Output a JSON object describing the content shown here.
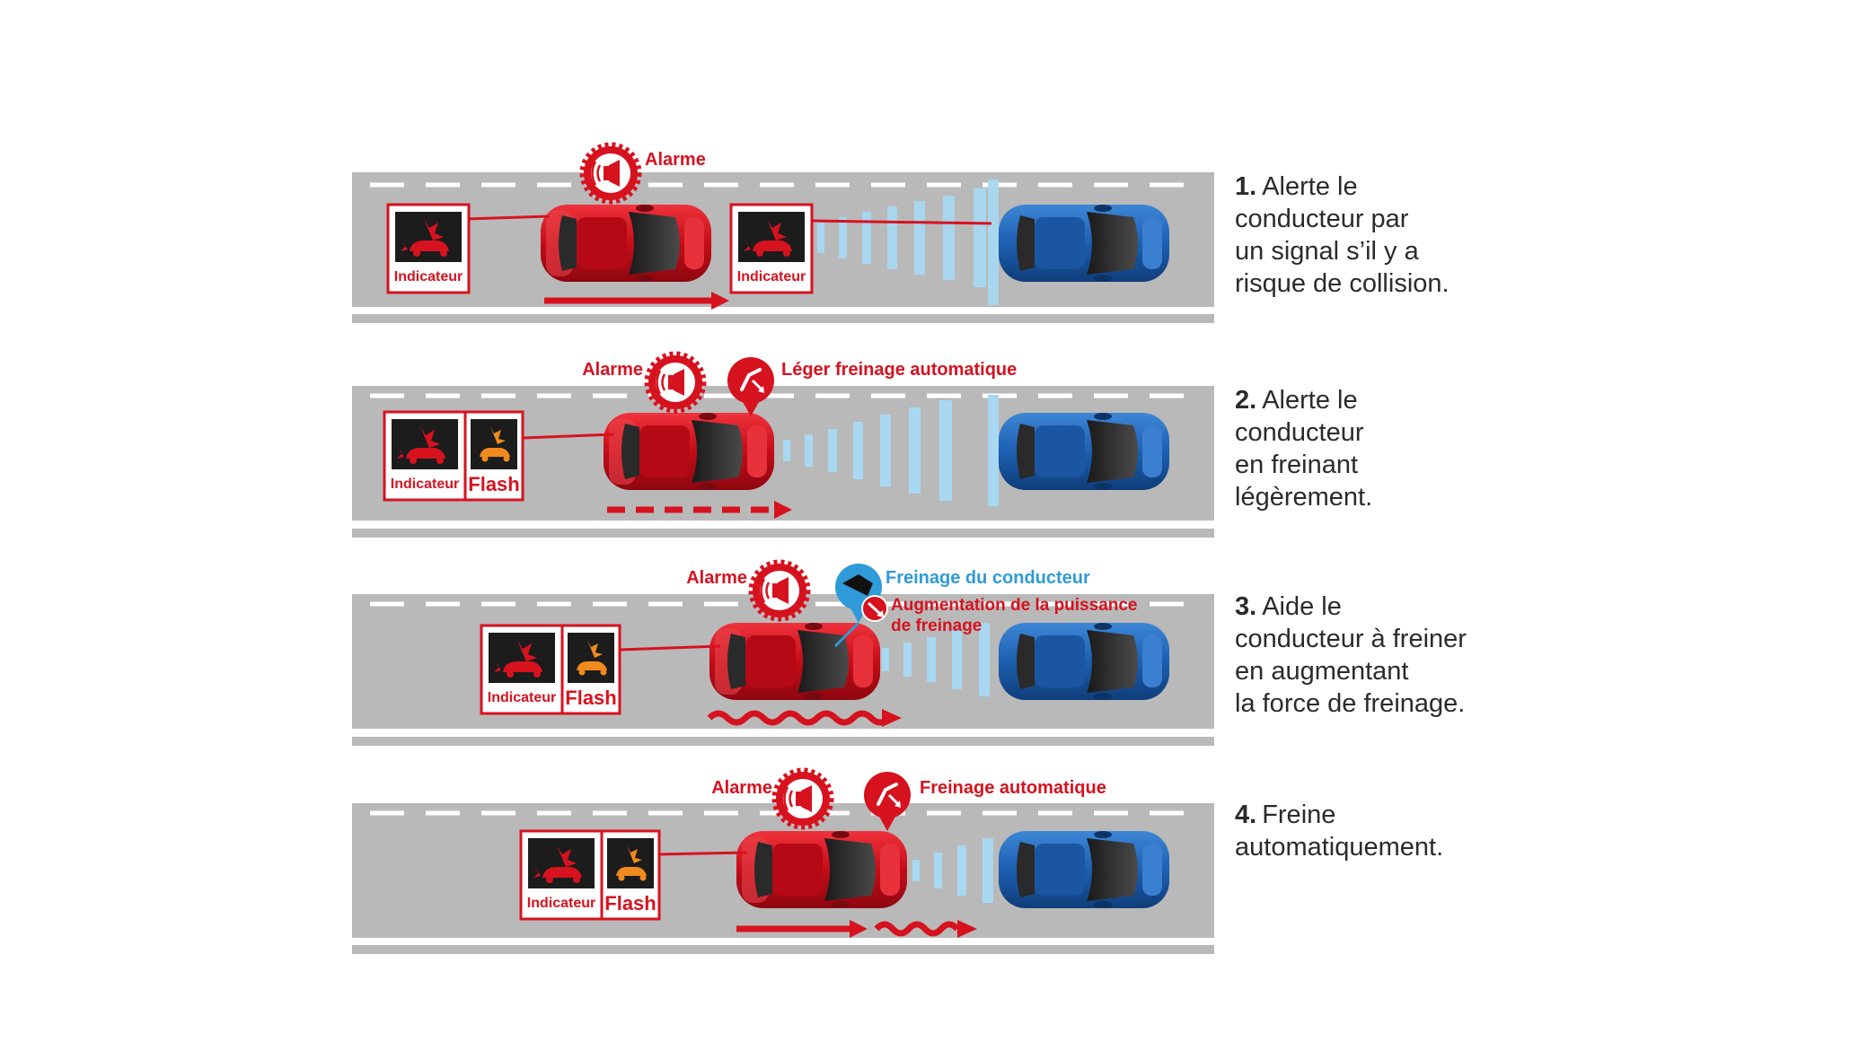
{
  "colors": {
    "red": "#d7121f",
    "blue": "#2f9bd8",
    "road": "#b9b9b9",
    "text": "#2b2b2b",
    "flash_orange": "#f08a1c"
  },
  "icons": {
    "alarm": "speaker-alarm-icon",
    "auto_brake": "brake-pedal-icon",
    "driver_brake": "driver-foot-brake-icon",
    "indicator": "collision-warning-icon"
  },
  "scenarios": [
    {
      "step": "1.",
      "caption_lines": [
        "Alerte le",
        "conducteur par",
        "un signal s’il y a",
        "risque de collision."
      ],
      "labels": {
        "alarm": "Alarme",
        "indicator": "Indicateur"
      }
    },
    {
      "step": "2.",
      "caption_lines": [
        "Alerte le",
        "conducteur",
        "en freinant",
        "légèrement."
      ],
      "labels": {
        "alarm": "Alarme",
        "brake": "Léger freinage automatique",
        "indicator": "Indicateur",
        "flash": "Flash"
      }
    },
    {
      "step": "3.",
      "caption_lines": [
        "Aide le",
        "conducteur à freiner",
        "en augmentant",
        "la force de freinage."
      ],
      "labels": {
        "alarm": "Alarme",
        "driver_brake": "Freinage du conducteur",
        "boost_1": "Augmentation de la puissance",
        "boost_2": "de freinage",
        "indicator": "Indicateur",
        "flash": "Flash"
      }
    },
    {
      "step": "4.",
      "caption_lines": [
        "Freine",
        "automatiquement."
      ],
      "labels": {
        "alarm": "Alarme",
        "brake": "Freinage automatique",
        "indicator": "Indicateur",
        "flash": "Flash"
      }
    }
  ]
}
